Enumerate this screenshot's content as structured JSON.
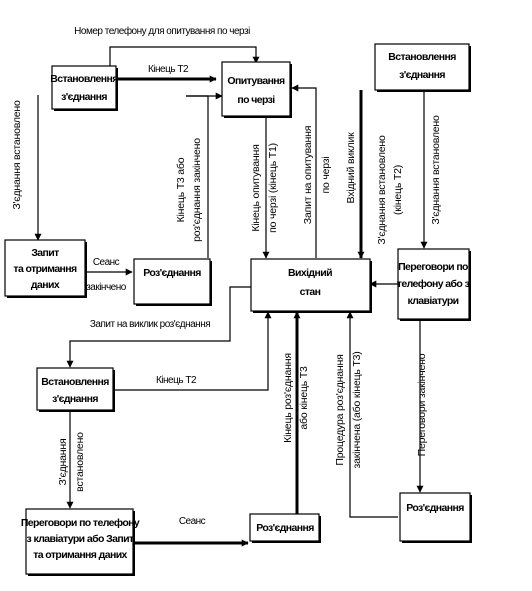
{
  "nodes": {
    "setup1": [
      "Встановлення",
      "з'єднання"
    ],
    "poll": [
      "Опитування",
      "по черзі"
    ],
    "setup_right": [
      "Встановлення",
      "з'єднання"
    ],
    "datarx": [
      "Запит",
      "та отримання",
      "даних"
    ],
    "disc_mid": "Роз'єднання",
    "init": [
      "Вихідний",
      "стан"
    ],
    "talk_right": [
      "Переговори по",
      "телефону або з",
      "клавіатури"
    ],
    "setup_bottom": [
      "Встановлення",
      "з'єднання"
    ],
    "talk_bottom": [
      "Переговори по телефону",
      "з клавіатури або Запит",
      "та отримання даних"
    ],
    "disc_bottom": "Роз'єднання",
    "disc_right": "Роз'єднання"
  },
  "labels": {
    "top_phone": "Номер телефону для опитування по черзі",
    "end_t2_top": "Кінець Т2",
    "left_connected": "З'єднання встановлено",
    "session_end": [
      "Сеанс",
      "закінчено"
    ],
    "end_t3": [
      "Кінець Т3 або",
      "роз'єднання  закінчено"
    ],
    "end_poll": [
      "Кінець опитування",
      "по черзі (кінець Т1)"
    ],
    "req_poll": [
      "Запит на опитування",
      "по черзі"
    ],
    "incoming": "Вхідний  виклик",
    "conn_t2": [
      "З'єднання встановлено",
      "(кінець Т2)"
    ],
    "conn_right": "З'єднання встановлено",
    "call_request": "Запит на виклик роз'єднання",
    "end_t2_bottom": "Кінець Т2",
    "conn_bottom": [
      "З'єднання",
      "встановлено"
    ],
    "session": "Сеанс",
    "end_disc": [
      "Кінець роз'єднання",
      "або кінець Т3"
    ],
    "disc_proc": [
      "Процедура роз'єднання",
      "закінчена (або кінець Т3)"
    ],
    "talk_end": "Переговори закінчено"
  }
}
